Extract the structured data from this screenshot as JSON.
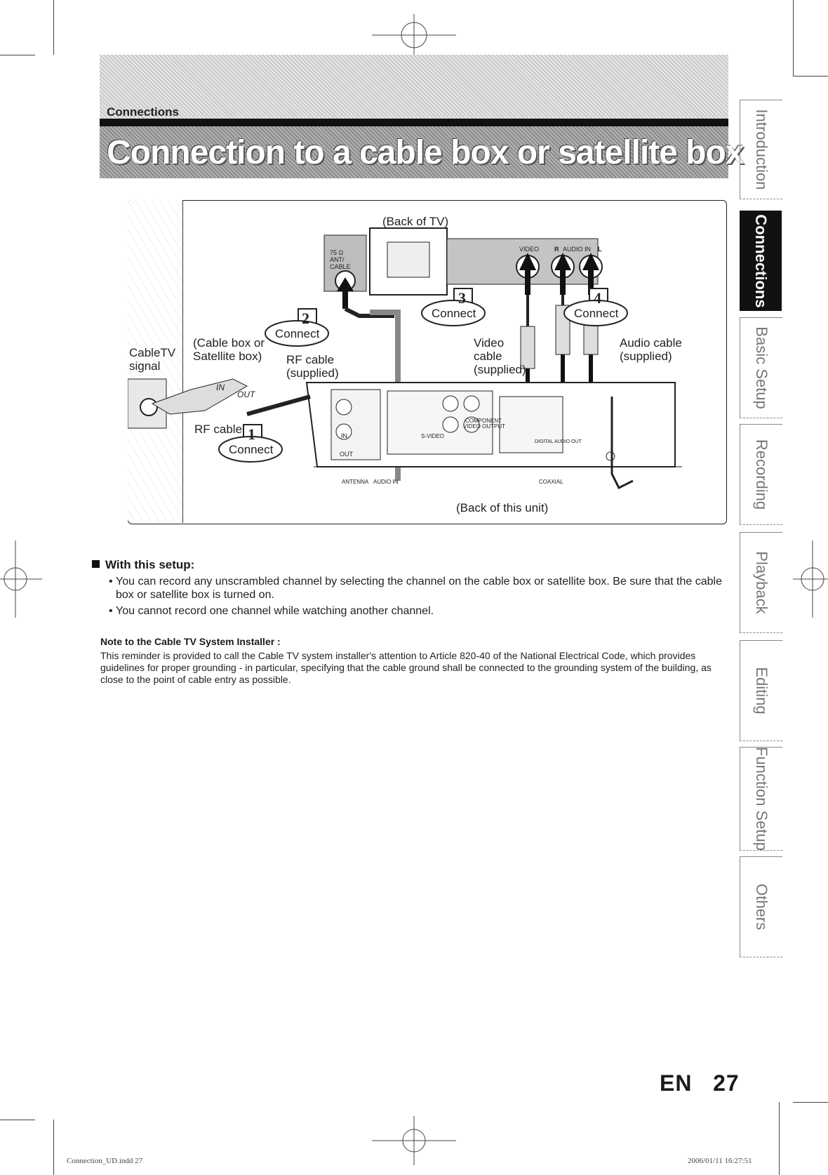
{
  "header": {
    "section_label": "Connections",
    "page_title": "Connection to a cable box or satellite box"
  },
  "side_tabs": [
    {
      "label": "Introduction",
      "active": false
    },
    {
      "label": "Connections",
      "active": true
    },
    {
      "label": "Basic Setup",
      "active": false
    },
    {
      "label": "Recording",
      "active": false
    },
    {
      "label": "Playback",
      "active": false
    },
    {
      "label": "Editing",
      "active": false
    },
    {
      "label": "Function Setup",
      "active": false
    },
    {
      "label": "Others",
      "active": false
    }
  ],
  "diagram": {
    "back_of_tv": "(Back of TV)",
    "back_of_unit": "(Back of this unit)",
    "cable_tv_signal_1": "CableTV",
    "cable_tv_signal_2": "signal",
    "cable_box_1": "(Cable box or",
    "cable_box_2": "Satellite box)",
    "in_label": "IN",
    "out_label": "OUT",
    "rf_cable_left": "RF cable",
    "rf_cable_supplied_1": "RF cable",
    "rf_cable_supplied_2": "(supplied)",
    "video_cable_1": "Video",
    "video_cable_2": "cable",
    "video_cable_3": "(supplied)",
    "audio_cable_1": "Audio cable",
    "audio_cable_2": "(supplied)",
    "connect": "Connect",
    "step_1": "1",
    "step_2": "2",
    "step_3": "3",
    "step_4": "4",
    "tv_ant_1": "75 Ω",
    "tv_ant_2": "ANT/",
    "tv_ant_3": "CABLE",
    "tv_video": "VIDEO",
    "tv_audio_in": "AUDIO IN",
    "tv_r": "R",
    "tv_l": "L",
    "unit_s_video": "S-VIDEO",
    "unit_component": "COMPONENT",
    "unit_video_output": "VIDEO OUTPUT",
    "unit_antenna": "ANTENNA",
    "unit_audio_in": "AUDIO IN",
    "unit_digital_audio_out": "DIGITAL AUDIO OUT",
    "unit_coaxial": "COAXIAL",
    "unit_in": "IN",
    "unit_out": "OUT"
  },
  "setup_section": {
    "heading": "With this setup:",
    "bullets": [
      "You can record any unscrambled channel by selecting the channel on the cable box or satellite box. Be sure that the cable box or satellite box is turned on.",
      "You cannot record one channel while watching another channel."
    ]
  },
  "note": {
    "heading": "Note to the Cable TV System Installer :",
    "body": "This reminder is provided to call the Cable TV system installer's attention to Article 820-40 of the National Electrical Code, which provides guidelines for proper grounding - in particular, specifying that the cable ground shall be connected to the grounding system of the building, as close to the point of cable entry as possible."
  },
  "page": {
    "lang": "EN",
    "number": "27"
  },
  "footer": {
    "left": "Connection_UD.indd 27",
    "right": "2006/01/11 16:27:51"
  }
}
